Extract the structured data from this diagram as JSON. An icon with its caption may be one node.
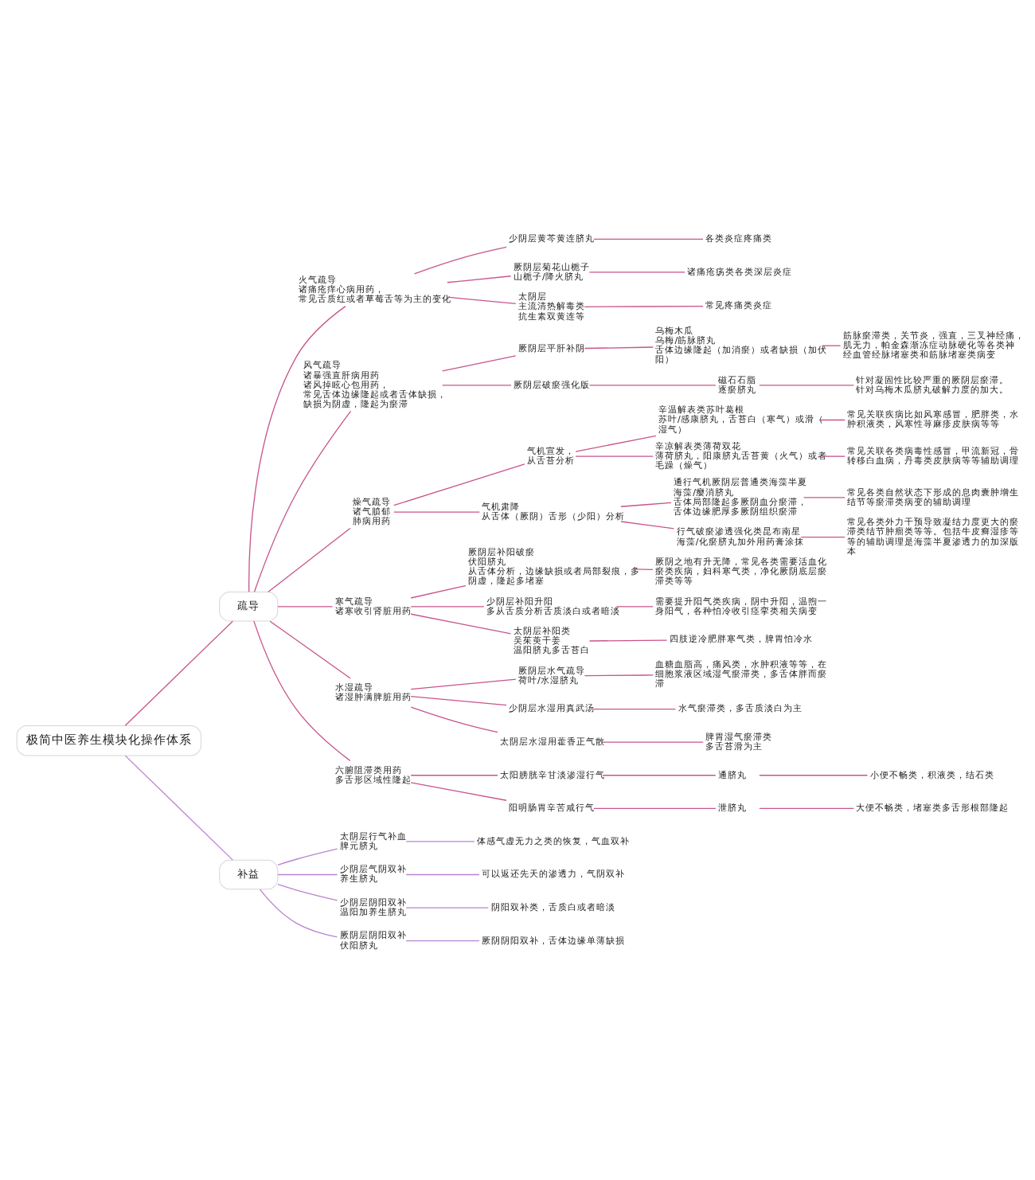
{
  "diagram": {
    "nodes": [
      {
        "text": [
          "极简中医养生模块化操作体系"
        ]
      },
      {
        "text": [
          "疏导"
        ]
      },
      {
        "text": [
          "火气疏导",
          "诸痛疮痒心病用药，",
          "常见舌质红或者草莓舌等为主的变化"
        ]
      },
      {
        "text": [
          "少阴层黄芩黄连脐丸"
        ]
      },
      {
        "text": [
          "各类炎症疼痛类"
        ]
      },
      {
        "text": [
          "厥阴层菊花山栀子",
          "山栀子/降火脐丸"
        ]
      },
      {
        "text": [
          "诸痛疮疡类各类深层炎症"
        ]
      },
      {
        "text": [
          "太阴层",
          "主流清热解毒类",
          "抗生素双黄连等"
        ]
      },
      {
        "text": [
          "常见疼痛类炎症"
        ]
      },
      {
        "text": [
          "风气疏导",
          "诸暴强直肝病用药",
          "诸风掉眩心包用药，",
          "常见舌体边缘隆起或者舌体缺损，",
          "缺损为阴虚，隆起为瘀滞"
        ]
      },
      {
        "text": [
          "厥阴层平肝补阴"
        ]
      },
      {
        "text": [
          "乌梅木瓜",
          "乌梅/筋脉脐丸",
          "舌体边缘隆起（加消瘀）或者缺损（加伏阳）"
        ]
      },
      {
        "text": [
          "筋脉瘀滞类，关节炎，强直，三叉神经痛，肌无力，帕金森渐冻症动脉硬化等各类神经血管经脉堵塞类和筋脉堵塞类病变"
        ]
      },
      {
        "text": [
          "厥阴层破瘀强化版"
        ]
      },
      {
        "text": [
          "磁石石脂",
          "逐瘀脐丸"
        ]
      },
      {
        "text": [
          "针对凝固性比较严重的厥阴层瘀滞。",
          "针对乌梅木瓜脐丸破解力度的加大。"
        ]
      },
      {
        "text": [
          "燥气疏导",
          "诸气膹郁",
          "肺病用药"
        ]
      },
      {
        "text": [
          "气机宣发，",
          "从舌苔分析"
        ]
      },
      {
        "text": [
          "辛温解表类苏叶葛根",
          "苏叶/感康脐丸，舌苔白（寒气）或滑（湿气）"
        ]
      },
      {
        "text": [
          "常见关联疾病比如风寒感冒，肥胖类，水肿积液类，风寒性荨麻疹皮肤病等等"
        ]
      },
      {
        "text": [
          "辛凉解表类薄荷双花",
          "薄荷脐丸，阳康脐丸舌苔黄（火气）或者毛躁（燥气）"
        ]
      },
      {
        "text": [
          "常见关联各类病毒性感冒，甲流新冠，骨转移白血病，丹毒类皮肤病等等辅助调理"
        ]
      },
      {
        "text": [
          "气机肃降",
          "从舌体（厥阴）舌形（少阳）分析"
        ]
      },
      {
        "text": [
          "通行气机厥阴层普通类海藻半夏",
          "海藻/瘿消脐丸",
          "舌体局部隆起多厥阴血分瘀滞，",
          "舌体边缘肥厚多厥阴组织瘀滞"
        ]
      },
      {
        "text": [
          "常见各类自然状态下形成的息肉囊肿增生结节等瘀滞类病变的辅助调理"
        ]
      },
      {
        "text": [
          "行气破瘀渗透强化类昆布南星",
          "海藻/化瘀脐丸加外用药膏涂抹"
        ]
      },
      {
        "text": [
          "常见各类外力干预导致凝结力度更大的瘀滞类结节肿瘤类等等。包括牛皮癣湿疹等等的辅助调理是海藻半夏渗透力的加深版本"
        ]
      },
      {
        "text": [
          "寒气疏导",
          "诸寒收引肾脏用药"
        ]
      },
      {
        "text": [
          "厥阴层补阳破瘀",
          "伏阳脐丸",
          "从舌体分析，边缘缺损或者局部裂痕，多阴虚，隆起多堵塞"
        ]
      },
      {
        "text": [
          "厥阴之地有升无降，常见各类需要活血化瘀类疾病，妇科寒气类，净化厥阴底层瘀滞类等等"
        ]
      },
      {
        "text": [
          "少阴层补阳升阳",
          "多从舌质分析舌质淡白或者暗淡"
        ]
      },
      {
        "text": [
          "需要提升阳气类疾病，阴中升阳，温煦一身阳气，各种怕冷收引痉挛类相关病变"
        ]
      },
      {
        "text": [
          "太阴层补阳类",
          "吴茱萸干姜",
          "温阳脐丸多舌苔白"
        ]
      },
      {
        "text": [
          "四肢逆冷肥胖寒气类，脾胃怕冷水"
        ]
      },
      {
        "text": [
          "水湿疏导",
          "诸湿肿满脾脏用药"
        ]
      },
      {
        "text": [
          "厥阴层水气疏导",
          "荷叶/水湿脐丸"
        ]
      },
      {
        "text": [
          "血糖血脂高，痛风类，水肿积液等等，在细胞浆液区域湿气瘀滞类，多舌体胖而瘀滞"
        ]
      },
      {
        "text": [
          "少阴层水湿用真武汤"
        ]
      },
      {
        "text": [
          "水气瘀滞类，多舌质淡白为主"
        ]
      },
      {
        "text": [
          "太阴层水湿用藿香正气散"
        ]
      },
      {
        "text": [
          "脾胃湿气瘀滞类",
          "多舌苔滑为主"
        ]
      },
      {
        "text": [
          "六腑阻滞类用药",
          "多舌形区域性隆起"
        ]
      },
      {
        "text": [
          "太阳膀胱辛甘淡渗湿行气"
        ]
      },
      {
        "text": [
          "通脐丸"
        ]
      },
      {
        "text": [
          "小便不畅类，积液类，结石类"
        ]
      },
      {
        "text": [
          "阳明肠胃辛苦咸行气"
        ]
      },
      {
        "text": [
          "泄脐丸"
        ]
      },
      {
        "text": [
          "大便不畅类，堵塞类多舌形根部隆起"
        ]
      },
      {
        "text": [
          "补益"
        ]
      },
      {
        "text": [
          "太阴层行气补血",
          "脾元脐丸"
        ]
      },
      {
        "text": [
          "体感气虚无力之类的恢复，气血双补"
        ]
      },
      {
        "text": [
          "少阴层气阴双补",
          "养生脐丸"
        ]
      },
      {
        "text": [
          "可以返还先天的渗透力，气阴双补"
        ]
      },
      {
        "text": [
          "少阴层阴阳双补",
          "温阳加养生脐丸"
        ]
      },
      {
        "text": [
          "阴阳双补类，舌质白或者暗淡"
        ]
      },
      {
        "text": [
          "厥阴层阴阳双补",
          "伏阳脐丸"
        ]
      },
      {
        "text": [
          "厥阴阴阳双补，舌体边缘单薄缺损"
        ]
      }
    ],
    "edges": [
      {
        "from": 0,
        "to": 1,
        "arrow": "none"
      },
      {
        "from": 1,
        "to": 2,
        "arrow": "none"
      },
      {
        "from": 2,
        "to": 3,
        "arrow": "none"
      },
      {
        "from": 3,
        "to": 4,
        "arrow": "none"
      },
      {
        "from": 2,
        "to": 5,
        "arrow": "none"
      },
      {
        "from": 5,
        "to": 6,
        "arrow": "none"
      },
      {
        "from": 2,
        "to": 7,
        "arrow": "none"
      },
      {
        "from": 7,
        "to": 8,
        "arrow": "none"
      },
      {
        "from": 1,
        "to": 9,
        "arrow": "none"
      },
      {
        "from": 9,
        "to": 10,
        "arrow": "none"
      },
      {
        "from": 10,
        "to": 11,
        "arrow": "none"
      },
      {
        "from": 11,
        "to": 12,
        "arrow": "none"
      },
      {
        "from": 9,
        "to": 13,
        "arrow": "none"
      },
      {
        "from": 13,
        "to": 14,
        "arrow": "none"
      },
      {
        "from": 14,
        "to": 15,
        "arrow": "none"
      },
      {
        "from": 1,
        "to": 16,
        "arrow": "none"
      },
      {
        "from": 16,
        "to": 17,
        "arrow": "none"
      },
      {
        "from": 17,
        "to": 18,
        "arrow": "none"
      },
      {
        "from": 18,
        "to": 19,
        "arrow": "none"
      },
      {
        "from": 17,
        "to": 20,
        "arrow": "none"
      },
      {
        "from": 20,
        "to": 21,
        "arrow": "none"
      },
      {
        "from": 16,
        "to": 22,
        "arrow": "none"
      },
      {
        "from": 22,
        "to": 23,
        "arrow": "none"
      },
      {
        "from": 23,
        "to": 24,
        "arrow": "none"
      },
      {
        "from": 22,
        "to": 25,
        "arrow": "none"
      },
      {
        "from": 25,
        "to": 26,
        "arrow": "none"
      },
      {
        "from": 1,
        "to": 27,
        "arrow": "none"
      },
      {
        "from": 27,
        "to": 28,
        "arrow": "none"
      },
      {
        "from": 28,
        "to": 29,
        "arrow": "none"
      },
      {
        "from": 27,
        "to": 30,
        "arrow": "none"
      },
      {
        "from": 30,
        "to": 31,
        "arrow": "none"
      },
      {
        "from": 27,
        "to": 32,
        "arrow": "none"
      },
      {
        "from": 32,
        "to": 33,
        "arrow": "none"
      },
      {
        "from": 1,
        "to": 34,
        "arrow": "none"
      },
      {
        "from": 34,
        "to": 35,
        "arrow": "none"
      },
      {
        "from": 35,
        "to": 36,
        "arrow": "none"
      },
      {
        "from": 34,
        "to": 37,
        "arrow": "none"
      },
      {
        "from": 37,
        "to": 38,
        "arrow": "none"
      },
      {
        "from": 34,
        "to": 39,
        "arrow": "none"
      },
      {
        "from": 39,
        "to": 40,
        "arrow": "none"
      },
      {
        "from": 1,
        "to": 41,
        "arrow": "none"
      },
      {
        "from": 41,
        "to": 42,
        "arrow": "none"
      },
      {
        "from": 42,
        "to": 43,
        "arrow": "none"
      },
      {
        "from": 43,
        "to": 44,
        "arrow": "none"
      },
      {
        "from": 41,
        "to": 45,
        "arrow": "none"
      },
      {
        "from": 45,
        "to": 46,
        "arrow": "none"
      },
      {
        "from": 46,
        "to": 47,
        "arrow": "none"
      },
      {
        "from": 0,
        "to": 48,
        "arrow": "none",
        "color": "#b884d4"
      },
      {
        "from": 48,
        "to": 49,
        "arrow": "none",
        "color": "#b884d4"
      },
      {
        "from": 49,
        "to": 50,
        "arrow": "none",
        "color": "#b884d4"
      },
      {
        "from": 48,
        "to": 51,
        "arrow": "none",
        "color": "#b884d4"
      },
      {
        "from": 51,
        "to": 52,
        "arrow": "none",
        "color": "#b884d4"
      },
      {
        "from": 48,
        "to": 53,
        "arrow": "none",
        "color": "#b884d4"
      },
      {
        "from": 53,
        "to": 54,
        "arrow": "none",
        "color": "#b884d4"
      },
      {
        "from": 48,
        "to": 55,
        "arrow": "none",
        "color": "#b884d4"
      },
      {
        "from": 55,
        "to": 56,
        "arrow": "none",
        "color": "#b884d4"
      }
    ]
  }
}
